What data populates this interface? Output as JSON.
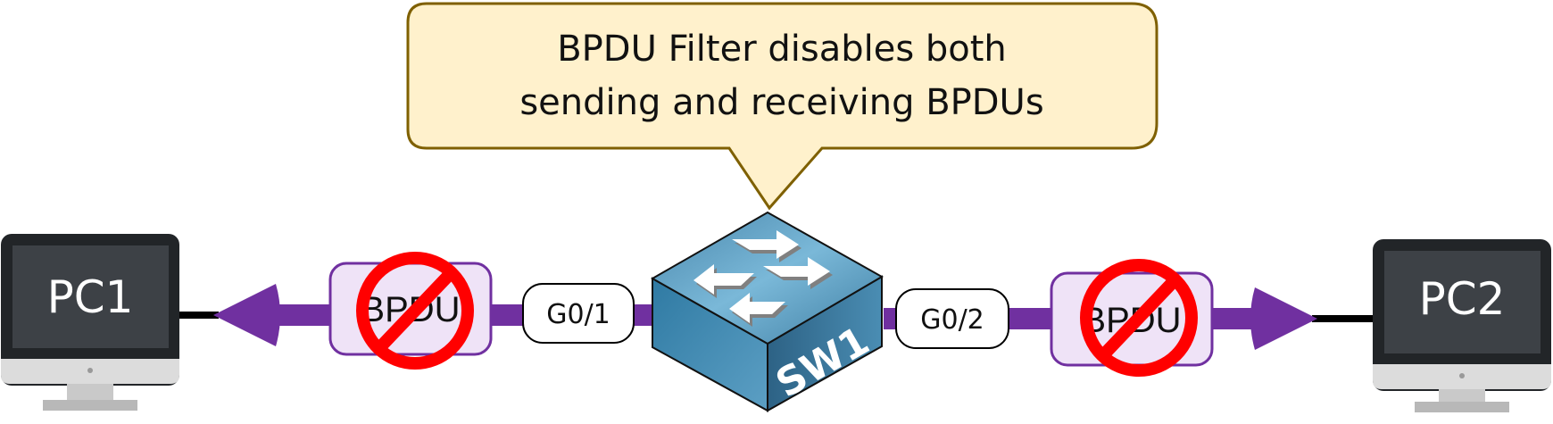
{
  "callout": {
    "line1": "BPDU Filter disables both",
    "line2": "sending and receiving BPDUs"
  },
  "devices": {
    "pc1": {
      "label": "PC1"
    },
    "pc2": {
      "label": "PC2"
    },
    "switch": {
      "label": "SW1"
    }
  },
  "ports": {
    "left": "G0/1",
    "right": "G0/2"
  },
  "bpdu": {
    "left_label": "BPDU",
    "right_label": "BPDU",
    "status": "blocked"
  },
  "colors": {
    "link": "#7030a0",
    "bpdu_fill": "#efe3f7",
    "prohibition": "#ff0000",
    "callout_fill": "#fff1cc",
    "callout_border": "#7f6000",
    "switch_top": "#5e9dbf",
    "pc_screen": "#3d4146",
    "pc_bezel": "#222528"
  }
}
